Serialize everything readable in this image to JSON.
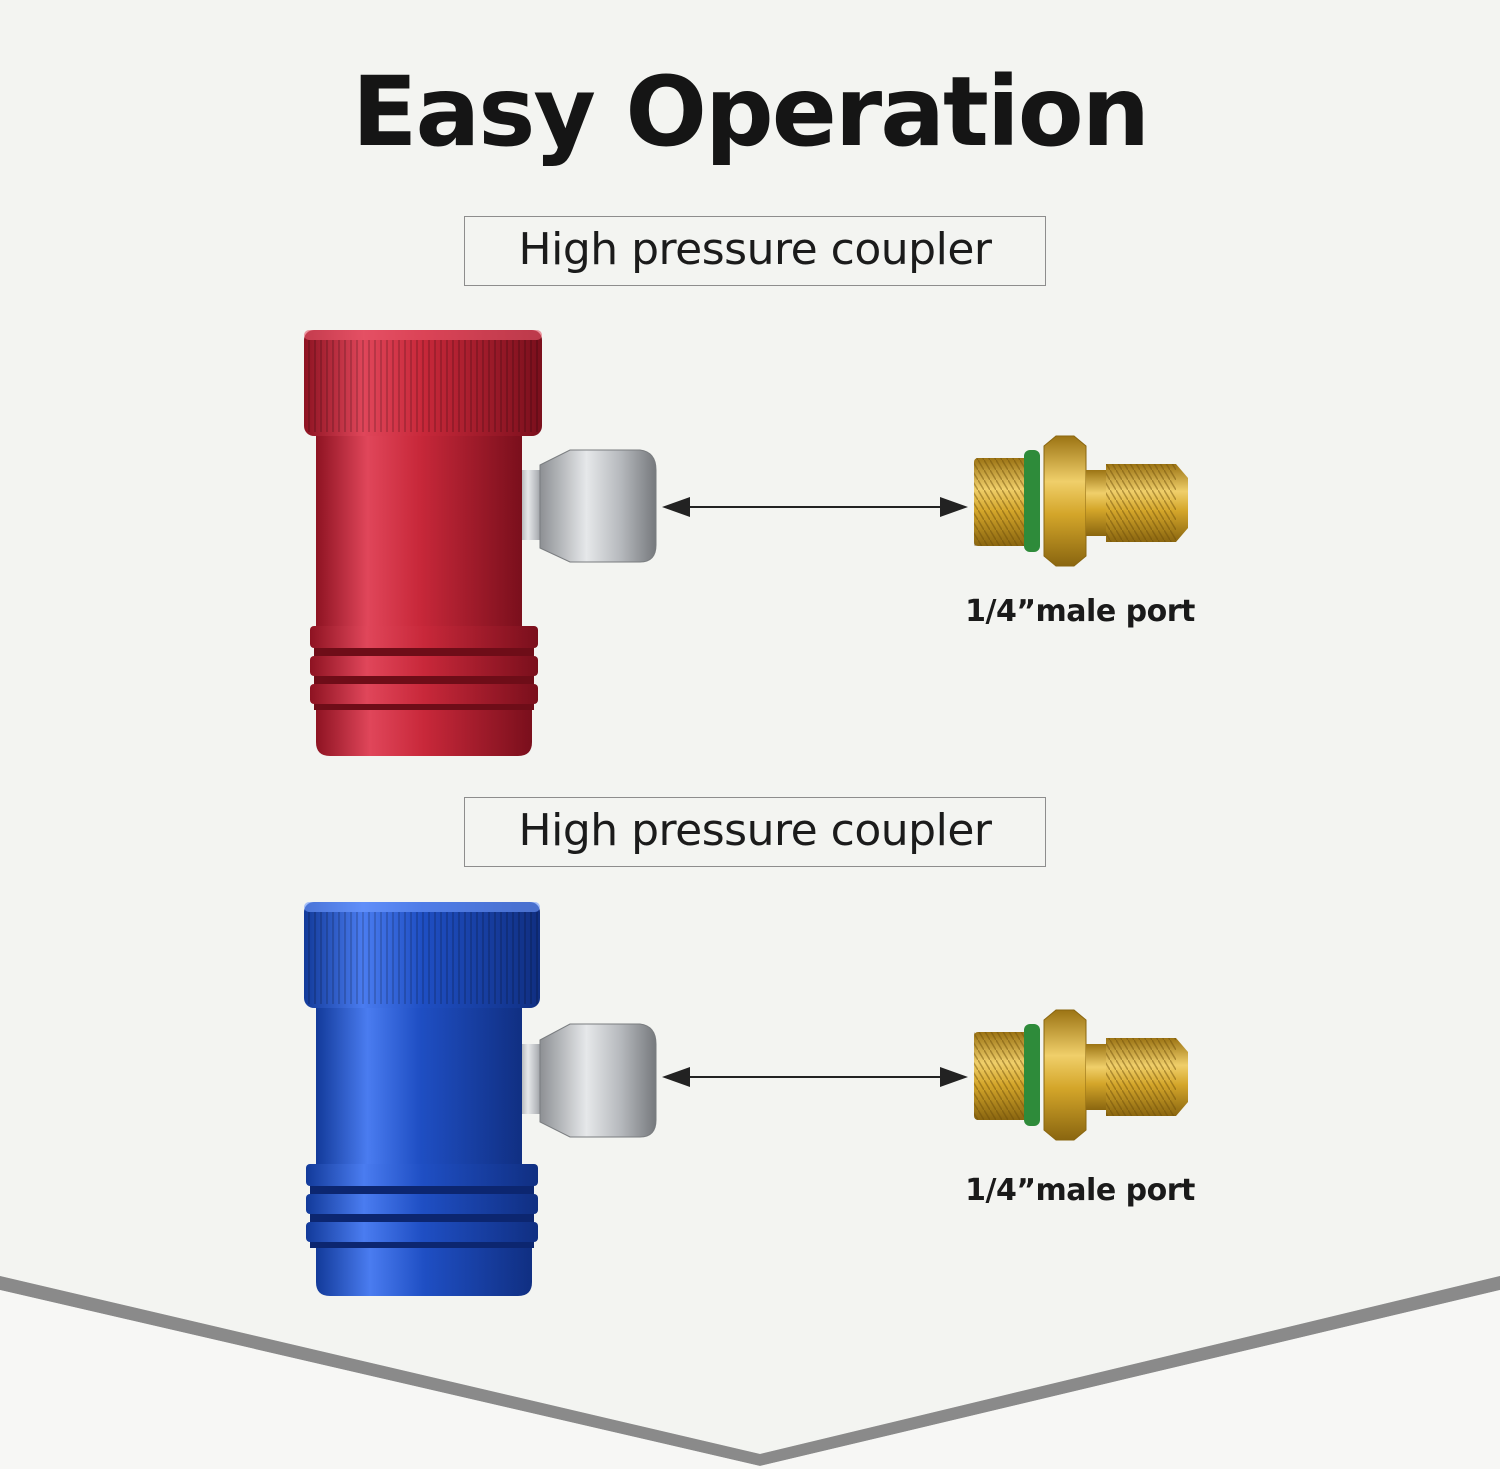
{
  "headline": "Easy Operation",
  "sections": [
    {
      "label": "High pressure coupler",
      "port_label": "1/4”male port",
      "coupler_color": "#c8283a"
    },
    {
      "label": "High pressure coupler",
      "port_label": "1/4”male port",
      "coupler_color": "#1f4fc4"
    }
  ],
  "colors": {
    "background": "#f3f4f1",
    "bottom_band": "#8a8a8a",
    "brass": "#d4a62a",
    "oring": "#2e8b3a"
  },
  "icons": [
    "red-coupler-icon",
    "blue-coupler-icon",
    "brass-fitting-icon",
    "double-arrow-icon"
  ]
}
